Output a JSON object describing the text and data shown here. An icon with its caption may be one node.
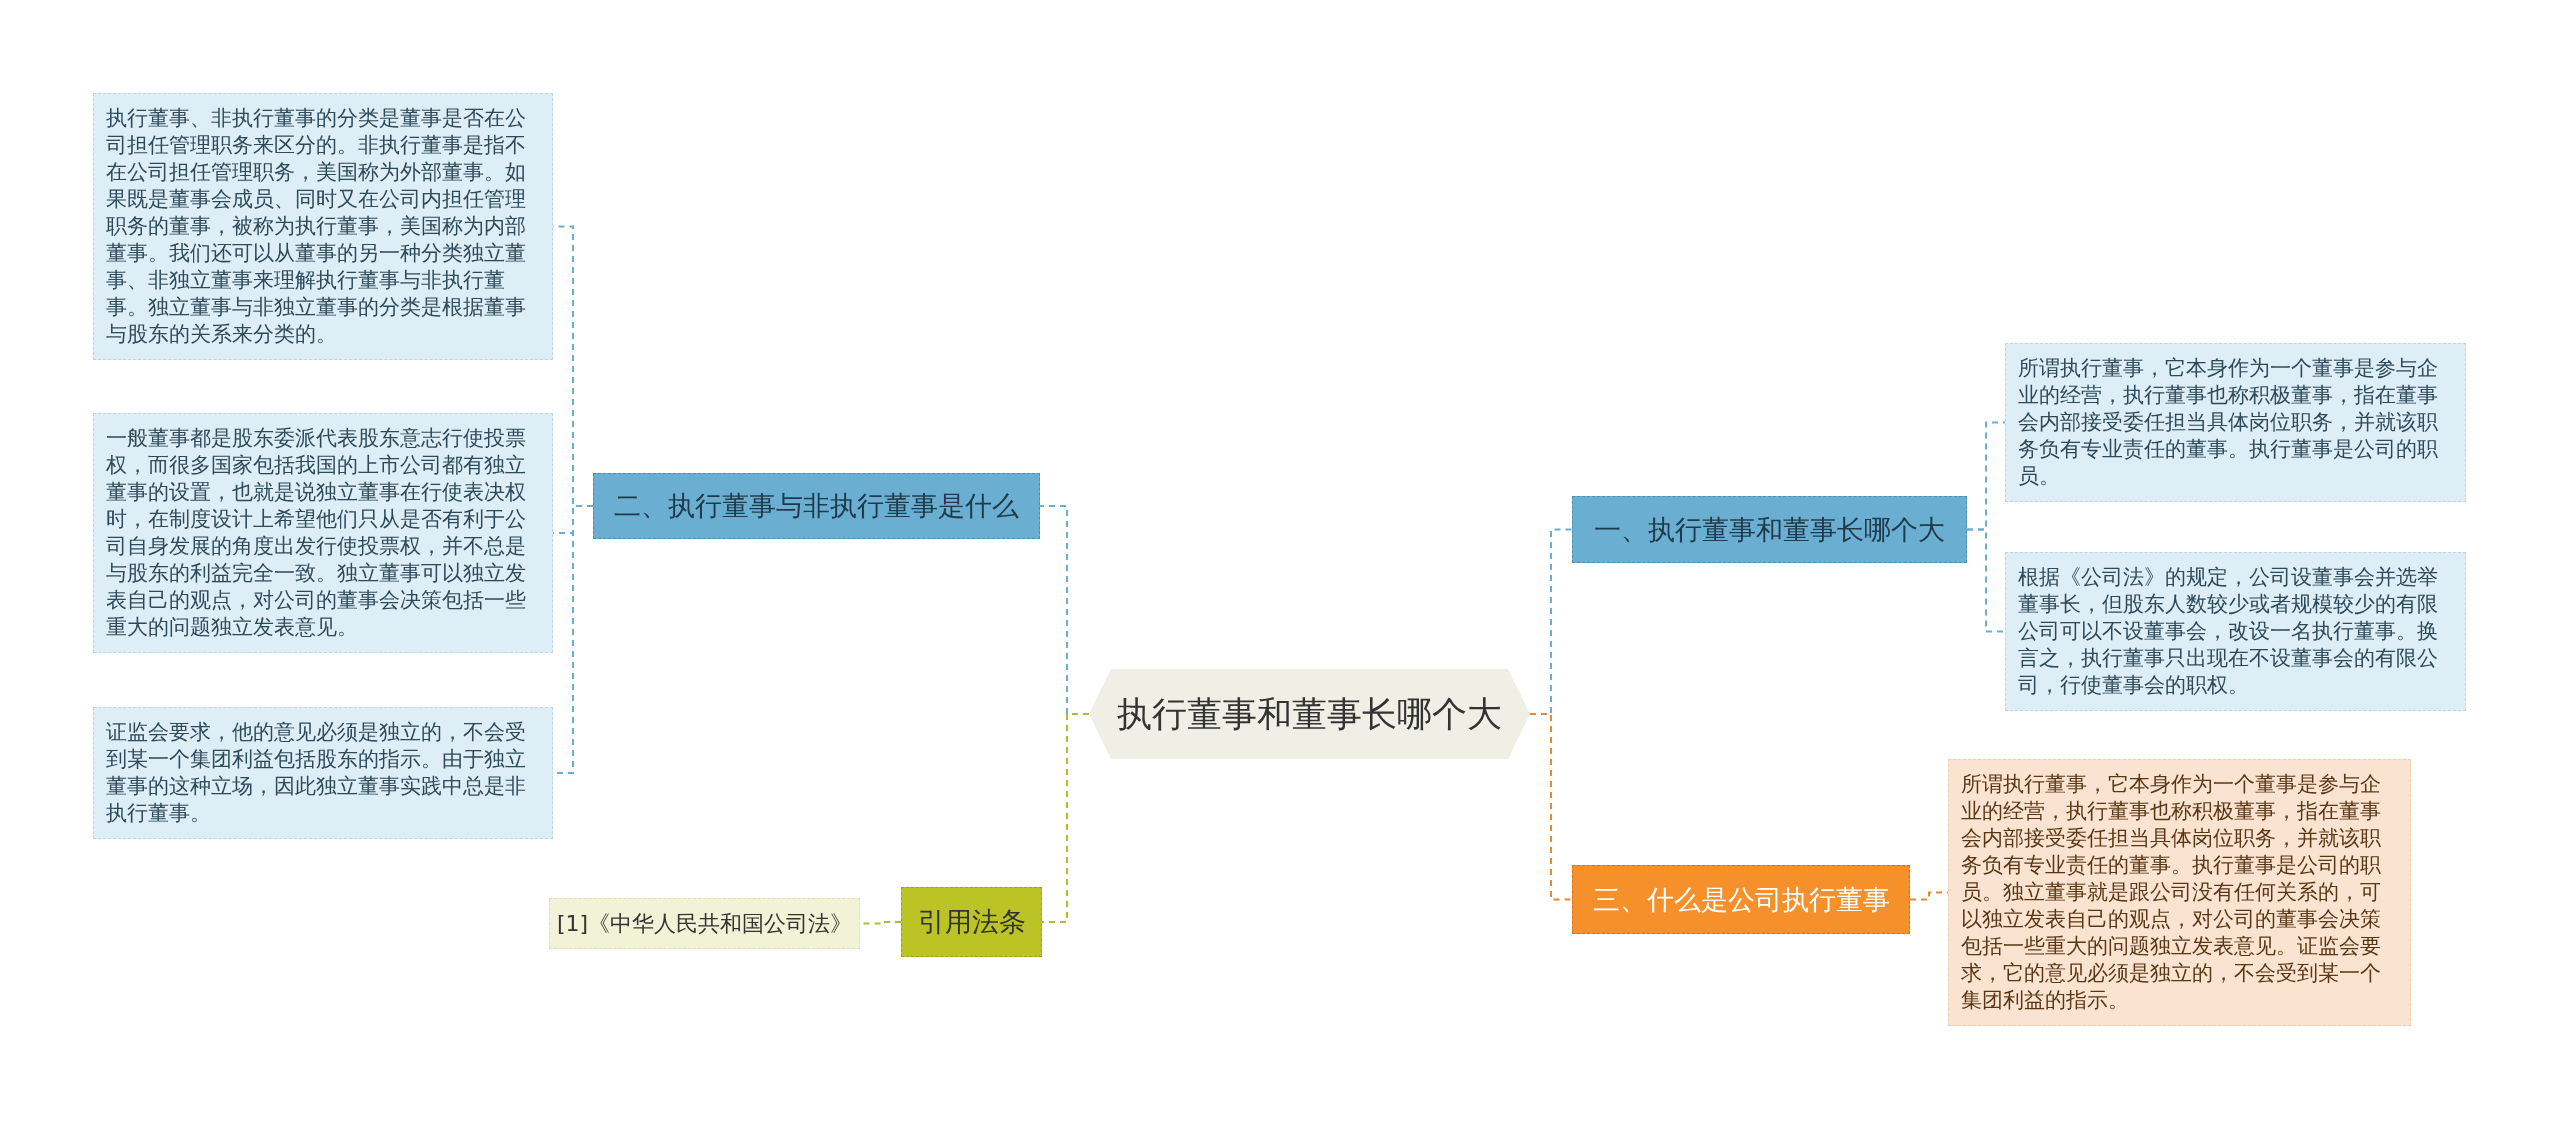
{
  "diagram": {
    "nodes": [
      {
        "text": [
          "执行董事和董事长哪个大"
        ]
      },
      {
        "text": [
          "一、执行董事和董事长哪个大"
        ]
      },
      {
        "text": [
          "所谓执行董事，它本身作为一个董事是参与企业的经营，执行董事也称积极董事，指在董事会内部接受委任担当具体岗位职务，并就该职务负有专业责任的董事。执行董事是公司的职员。"
        ]
      },
      {
        "text": [
          "根据《公司法》的规定，公司设董事会并选举董事长，但股东人数较少或者规模较少的有限公司可以不设董事会，改设一名执行董事。换言之，执行董事只出现在不设董事会的有限公司，行使董事会的职权。"
        ]
      },
      {
        "text": [
          "二、执行董事与非执行董事是什么"
        ]
      },
      {
        "text": [
          "执行董事、非执行董事的分类是董事是否在公司担任管理职务来区分的。非执行董事是指不在公司担任管理职务，美国称为外部董事。如果既是董事会成员、同时又在公司内担任管理职务的董事，被称为执行董事，美国称为内部董事。我们还可以从董事的另一种分类独立董事、非独立董事来理解执行董事与非执行董事。独立董事与非独立董事的分类是根据董事与股东的关系来分类的。"
        ]
      },
      {
        "text": [
          "一般董事都是股东委派代表股东意志行使投票权，而很多国家包括我国的上市公司都有独立董事的设置，也就是说独立董事在行使表决权时，在制度设计上希望他们只从是否有利于公司自身发展的角度出发行使投票权，并不总是与股东的利益完全一致。独立董事可以独立发表自己的观点，对公司的董事会决策包括一些重大的问题独立发表意见。"
        ]
      },
      {
        "text": [
          "证监会要求，他的意见必须是独立的，不会受到某一个集团利益包括股东的指示。由于独立董事的这种立场，因此独立董事实践中总是非执行董事。"
        ]
      },
      {
        "text": [
          "引用法条"
        ]
      },
      {
        "text": [
          "[1]《中华人民共和国公司法》"
        ]
      },
      {
        "text": [
          "三、什么是公司执行董事"
        ]
      },
      {
        "text": [
          "所谓执行董事，它本身作为一个董事是参与企业的经营，执行董事也称积极董事，指在董事会内部接受委任担当具体岗位职务，并就该职务负有专业责任的董事。执行董事是公司的职员。独立董事就是跟公司没有任何关系的，可以独立发表自己的观点，对公司的董事会决策包括一些重大的问题独立发表意见。证监会要求，它的意见必须是独立的，不会受到某一个集团利益的指示。"
        ]
      }
    ],
    "edges": [
      {
        "from": 0,
        "to": 1,
        "arrow": "none",
        "style": "dashed"
      },
      {
        "from": 1,
        "to": 2,
        "arrow": "none",
        "style": "dashed"
      },
      {
        "from": 1,
        "to": 3,
        "arrow": "none",
        "style": "dashed"
      },
      {
        "from": 0,
        "to": 4,
        "arrow": "none",
        "style": "dashed"
      },
      {
        "from": 4,
        "to": 5,
        "arrow": "none",
        "style": "dashed"
      },
      {
        "from": 4,
        "to": 6,
        "arrow": "none",
        "style": "dashed"
      },
      {
        "from": 4,
        "to": 7,
        "arrow": "none",
        "style": "dashed"
      },
      {
        "from": 0,
        "to": 8,
        "arrow": "none",
        "style": "dashed",
        "color": "#b3bd2a"
      },
      {
        "from": 8,
        "to": 9,
        "arrow": "none",
        "style": "dashed",
        "color": "#b3bd2a"
      },
      {
        "from": 0,
        "to": 10,
        "arrow": "none",
        "style": "dashed",
        "color": "#e8892f"
      },
      {
        "from": 10,
        "to": 11,
        "arrow": "none",
        "style": "dashed",
        "color": "#e8892f"
      }
    ]
  }
}
